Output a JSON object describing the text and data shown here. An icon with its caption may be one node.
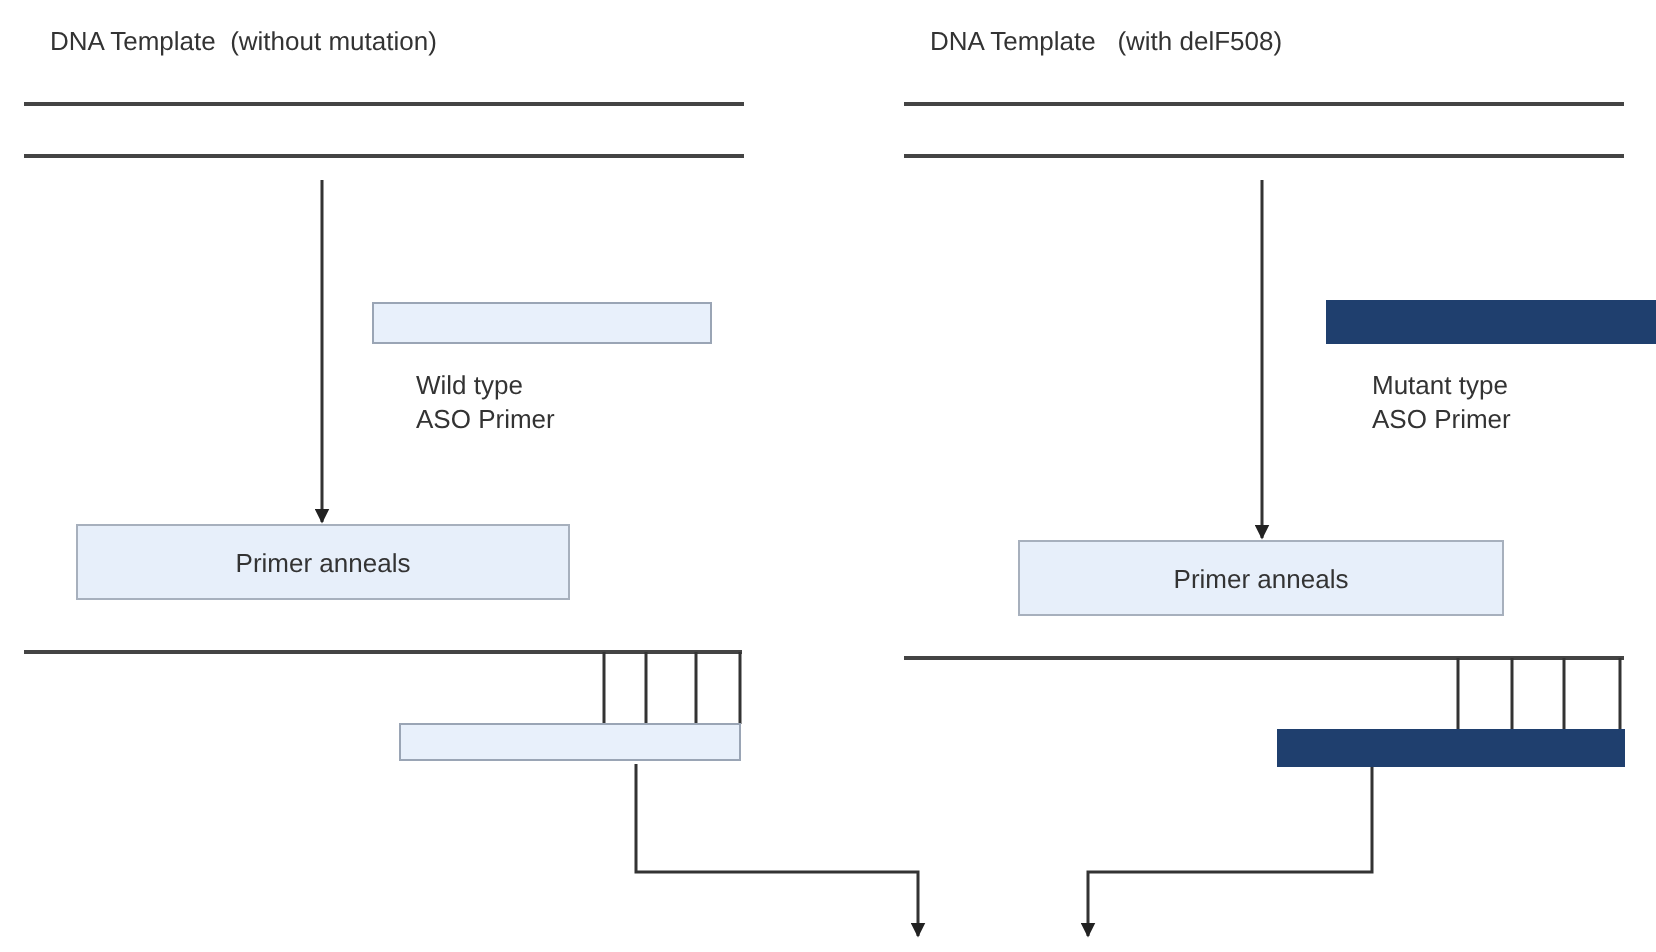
{
  "diagram": {
    "nodes": [
      {
        "text": [
          "DNA Template  (without mutation)"
        ]
      },
      {
        "text": [],
        "shape": "bar",
        "beside": [
          "Wild type ASO Primer"
        ]
      },
      {
        "text": [
          "Primer anneals"
        ]
      },
      {
        "text": [],
        "shape": "picture"
      },
      {
        "text": [
          "DNA Template   (with delF508)"
        ]
      },
      {
        "text": [],
        "shape": "bar",
        "beside": [
          "Mutant type ASO Primer"
        ]
      },
      {
        "text": [
          "Primer anneals"
        ]
      },
      {
        "text": [],
        "shape": "picture"
      }
    ],
    "edges": [
      {
        "from": 0,
        "to": 2,
        "arrow": "to"
      },
      {
        "from": 3,
        "to": null,
        "arrow": "to"
      },
      {
        "from": 4,
        "to": 6,
        "arrow": "to"
      },
      {
        "from": 7,
        "to": null,
        "arrow": "to"
      }
    ]
  }
}
